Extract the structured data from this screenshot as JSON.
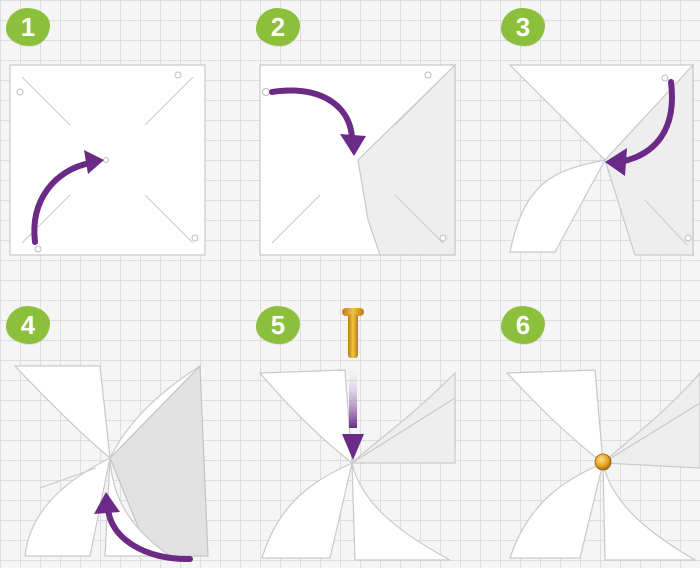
{
  "steps": [
    {
      "number": "1"
    },
    {
      "number": "2"
    },
    {
      "number": "3"
    },
    {
      "number": "4"
    },
    {
      "number": "5"
    },
    {
      "number": "6"
    }
  ],
  "colors": {
    "badge": "#8cc03c",
    "arrow": "#6b2a86",
    "pin_gold": "#e2a21e",
    "background": "#f5f5f5",
    "grid": "#dedede"
  },
  "icons": {
    "fold_arrow": "curved-arrow-icon",
    "pin": "push-pin-icon",
    "pin_head": "pin-head-icon"
  }
}
